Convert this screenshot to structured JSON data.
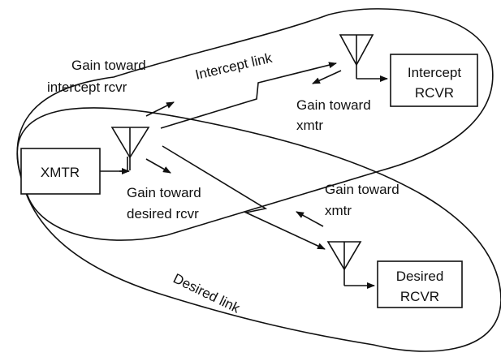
{
  "diagram": {
    "colors": {
      "stroke": "#111111",
      "background": "#ffffff"
    },
    "transmitter": {
      "label": "XMTR"
    },
    "intercept_receiver": {
      "label_line1": "Intercept",
      "label_line2": "RCVR"
    },
    "desired_receiver": {
      "label_line1": "Desired",
      "label_line2": "RCVR"
    },
    "links": {
      "intercept": "Intercept link",
      "desired": "Desired link"
    },
    "annotations": {
      "gain_toward_intercept": [
        "Gain toward",
        "intercept rcvr"
      ],
      "gain_toward_desired": [
        "Gain toward",
        "desired rcvr"
      ],
      "intercept_gain_toward_xmtr": [
        "Gain toward",
        "xmtr"
      ],
      "desired_gain_toward_xmtr": [
        "Gain toward",
        "xmtr"
      ]
    }
  }
}
